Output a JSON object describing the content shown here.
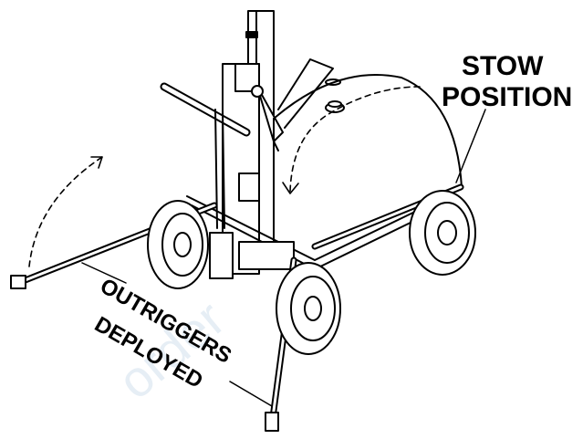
{
  "labels": {
    "stow_line1": "STOW",
    "stow_line2": "POSITION",
    "outriggers_line1": "OUTRIGGERS",
    "outriggers_line2": "DEPLOYED"
  },
  "watermark": "order",
  "colors": {
    "ink": "#000000",
    "paper": "#ffffff",
    "watermark": "#e6eef5"
  }
}
